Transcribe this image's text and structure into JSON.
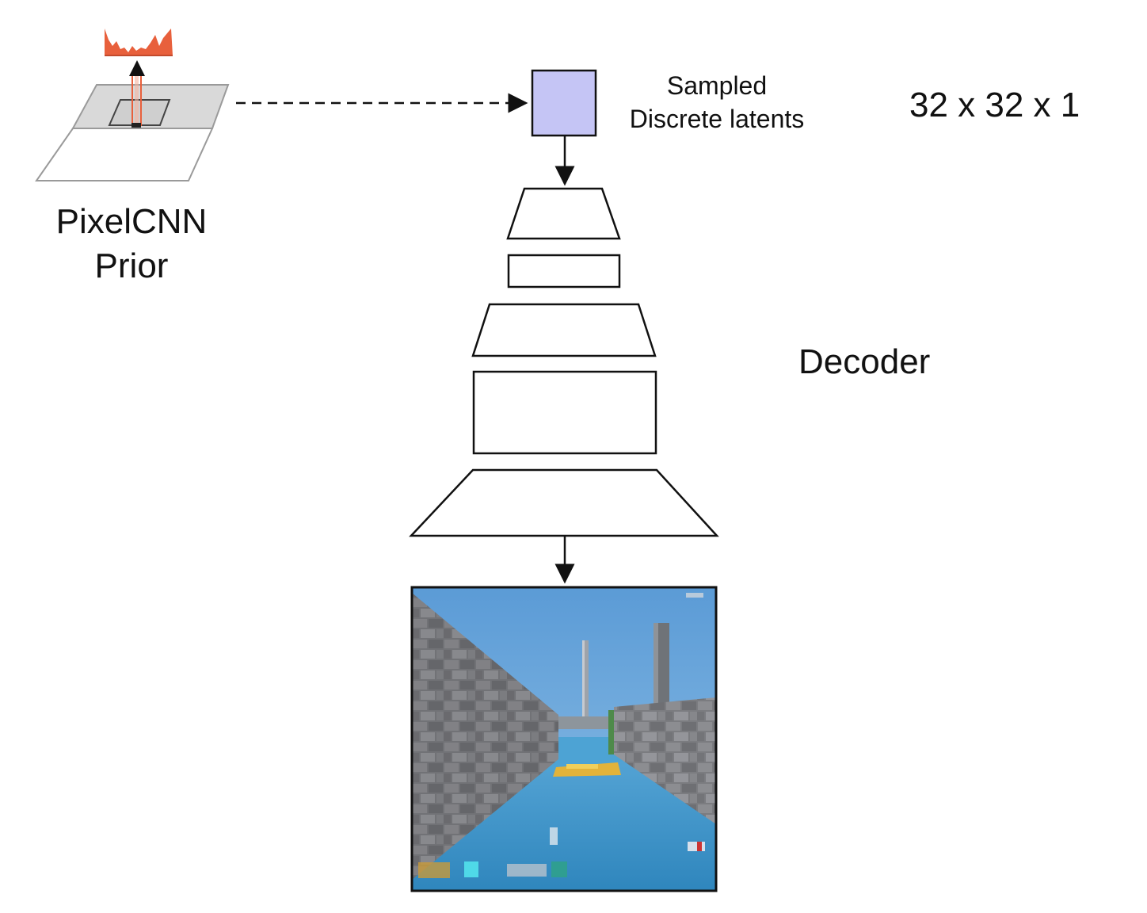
{
  "labels": {
    "prior_line1": "PixelCNN",
    "prior_line2": "Prior",
    "latents_line1": "Sampled",
    "latents_line2": "Discrete latents",
    "latent_shape": "32 x 32 x 1",
    "decoder": "Decoder"
  },
  "colors": {
    "latent_box": "#c5c5f5",
    "histogram": "#e8603c",
    "plane_shade": "#d9d9d9",
    "sky": "#6aa6d8",
    "water": "#3c8fc4",
    "wall": "#7d7d80"
  }
}
